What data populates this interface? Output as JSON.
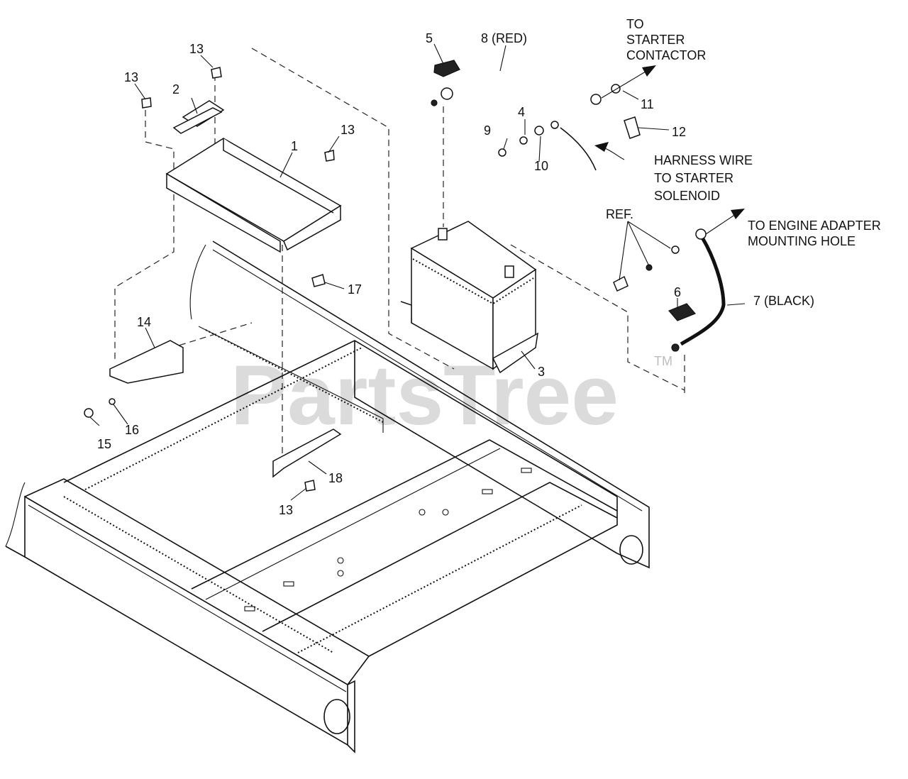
{
  "watermark": {
    "text": "PartsTree",
    "tm": "TM"
  },
  "callouts": {
    "p1": "1",
    "p2": "2",
    "p3": "3",
    "p4": "4",
    "p5": "5",
    "p6": "6",
    "p7": "7 (BLACK)",
    "p8": "8 (RED)",
    "p9": "9",
    "p10": "10",
    "p11": "11",
    "p12": "12",
    "p13a": "13",
    "p13b": "13",
    "p13c": "13",
    "p13d": "13",
    "p14": "14",
    "p15": "15",
    "p16": "16",
    "p17": "17",
    "p18": "18",
    "ref": "REF."
  },
  "notes": {
    "starter_1": "TO",
    "starter_2": "STARTER",
    "starter_3": "CONTACTOR",
    "harness_1": "HARNESS WIRE",
    "harness_2": "TO STARTER",
    "harness_3": "SOLENOID",
    "engine_1": "TO ENGINE ADAPTER",
    "engine_2": "MOUNTING HOLE"
  }
}
